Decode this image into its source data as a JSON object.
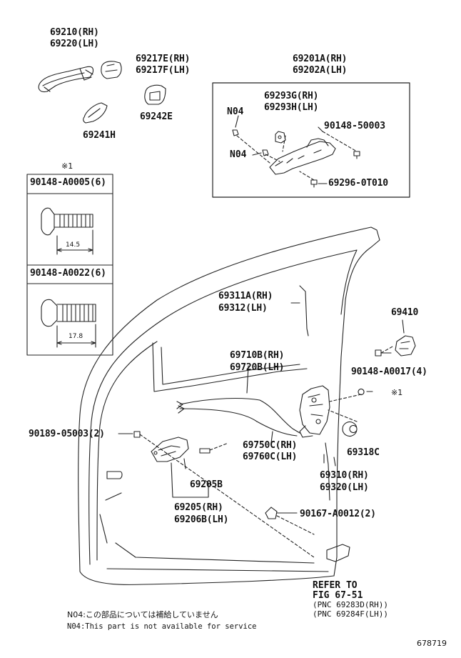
{
  "labels": {
    "p69210": "69210(RH)",
    "p69220": "69220(LH)",
    "p69217E": "69217E(RH)",
    "p69217F": "69217F(LH)",
    "p69201A": "69201A(RH)",
    "p69202A": "69202A(LH)",
    "p69242E": "69242E",
    "p69241H": "69241H",
    "p69293G": "69293G(RH)",
    "p69293H": "69293H(LH)",
    "n04a": "N04",
    "n04b": "N04",
    "p90148_50003": "90148-50003",
    "p69296": "69296-0T010",
    "p90148_A0005": "90148-A0005(6)",
    "p90148_A0022": "90148-A0022(6)",
    "p69311A": "69311A(RH)",
    "p69312": "69312(LH)",
    "p69410": "69410",
    "p69710B": "69710B(RH)",
    "p69720B": "69720B(LH)",
    "p90148_A0017": "90148-A0017(4)",
    "p90189": "90189-05003(2)",
    "p69750C": "69750C(RH)",
    "p69760C": "69760C(LH)",
    "p69318C": "69318C",
    "p69310": "69310(RH)",
    "p69320": "69320(LH)",
    "p69205B": "69205B",
    "p69205": "69205(RH)",
    "p69206B": "69206B(LH)",
    "p90167": "90167-A0012(2)"
  },
  "reference": {
    "line1": "REFER TO",
    "line2": "FIG 67-51",
    "line3": "(PNC 69283D(RH))",
    "line4": "(PNC 69284F(LH))"
  },
  "marks": {
    "asterisk_box": "※1",
    "asterisk_mark": "※1",
    "dim1": "14.5",
    "dim2": "17.8"
  },
  "notes": {
    "jp": "N04:この部品については補給していません",
    "en": "N04:This part is not available for service"
  },
  "figure_id": "678719",
  "colors": {
    "highlight": "#f2b8c0",
    "line": "#222222"
  }
}
